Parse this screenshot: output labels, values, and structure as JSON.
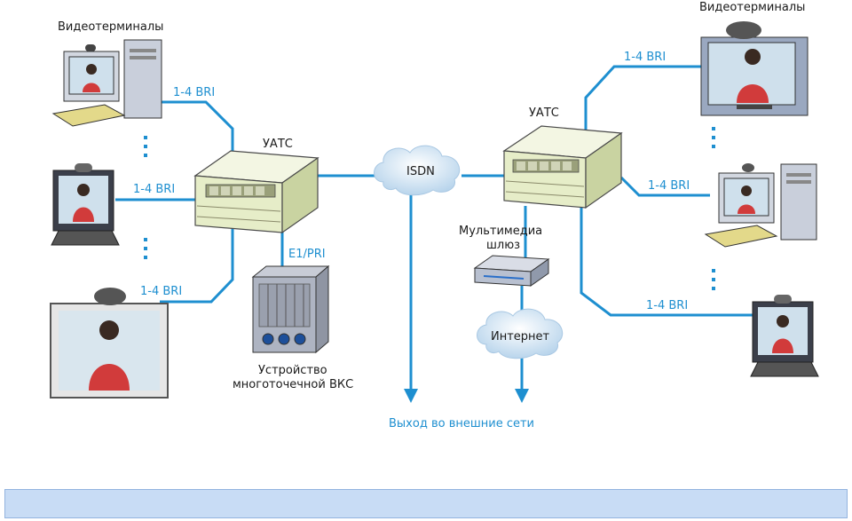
{
  "labels": {
    "videoterminals_left": "Видеотерминалы",
    "videoterminals_right": "Видеотерминалы",
    "uats_left": "УАТС",
    "uats_right": "УАТС",
    "bri_1": "1-4 BRI",
    "bri_2": "1-4 BRI",
    "bri_3": "1-4 BRI",
    "bri_4": "1-4 BRI",
    "bri_5": "1-4 BRI",
    "bri_6": "1-4 BRI",
    "e1_pri": "E1/PRI",
    "isdn": "ISDN",
    "internet": "Интернет",
    "mcu_line1": "Устройство",
    "mcu_line2": "многоточечной ВКС",
    "gateway_line1": "Мультимедиа",
    "gateway_line2": "шлюз",
    "external": "Выход во внешние сети"
  },
  "colors": {
    "link": "#1e8fd0",
    "pbx": "#e6edc8",
    "cloud": "#d4e6f4",
    "footer": "#c8dcf5"
  },
  "footer_text": ""
}
